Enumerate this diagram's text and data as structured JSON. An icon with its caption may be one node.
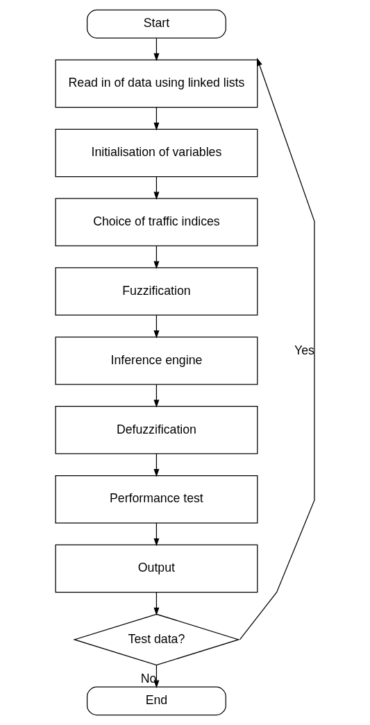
{
  "diagram": {
    "nodes": [
      {
        "text": [
          "Start"
        ]
      },
      {
        "text": [
          "Read in of data using linked lists"
        ]
      },
      {
        "text": [
          "Initialisation of variables"
        ]
      },
      {
        "text": [
          "Choice of traffic indices"
        ]
      },
      {
        "text": [
          "Fuzzification"
        ]
      },
      {
        "text": [
          "Inference engine"
        ]
      },
      {
        "text": [
          "Defuzzification"
        ]
      },
      {
        "text": [
          "Performance test"
        ]
      },
      {
        "text": [
          "Output"
        ]
      },
      {
        "text": [
          "Test data?"
        ]
      },
      {
        "text": [
          "End"
        ]
      }
    ],
    "edges": [
      {
        "from": 0,
        "to": 1,
        "arrow": "to"
      },
      {
        "from": 1,
        "to": 2,
        "arrow": "to"
      },
      {
        "from": 2,
        "to": 3,
        "arrow": "to"
      },
      {
        "from": 3,
        "to": 4,
        "arrow": "to"
      },
      {
        "from": 4,
        "to": 5,
        "arrow": "to"
      },
      {
        "from": 5,
        "to": 6,
        "arrow": "to"
      },
      {
        "from": 6,
        "to": 7,
        "arrow": "to"
      },
      {
        "from": 7,
        "to": 8,
        "arrow": "to"
      },
      {
        "from": 8,
        "to": 9,
        "arrow": "to"
      },
      {
        "from": 9,
        "to": 1,
        "label": "Yes",
        "arrow": "to"
      },
      {
        "from": 9,
        "to": 10,
        "label": "No",
        "arrow": "to"
      }
    ]
  }
}
